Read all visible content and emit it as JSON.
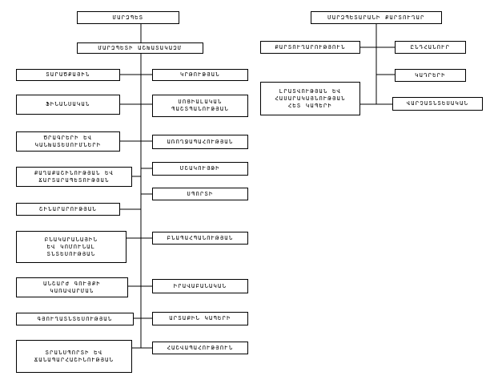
{
  "left_chart": {
    "top": "ՄԱՐԶՊԵՏ",
    "office": "ՄԱՐԶՊԵՏԻ ԱՇԽԱՏԱԿԱԶՄ",
    "left_column": [
      "ՏԱՐԱԾՔԱՅԻՆ",
      "ՖԻՆԱՆՍԱԿԱՆ",
      "ԾՐԱԳՐԵՐԻ ԵՎ\nԿԱՆԽԱՏԵՍՈՒՄՆԵՐԻ",
      "ՔԱՂԱՔԱՇԻՆՈՒԹՅԱՆ ԵՎ\nՃԱՐՏԱՐԱՊԵՏՈՒԹՅԱՆ",
      "ՇԻՆԱՐԱՐՈՒԹՅԱՆ",
      "ԲՆԱԿԱՐԱՆԱՅԻՆ\nԵՎ ԿՈՄՈՒՆԱԼ\nՏՆՏԵՍՈՒԹՅԱՆ",
      "ԱՆՇԱՐԺ ԳՈՒՅՔԻ\nԿԱՌԱՎԱՐՄԱՆ",
      "ԳՅՈՒՂԱՏՆՏԵՍՈՒԹՅԱՆ",
      "ՏՐԱՆՍՊՈՐՏԻ ԵՎ\nՃԱՆԱՊԱՐՀԱՇԻՆՈՒԹՅԱՆ"
    ],
    "right_column": [
      "ԿՐԹՈՒԹՅԱՆ",
      "ՍՈՑԻԱԼԱԿԱՆ\nՊԱՇՏՊԱՆՈՒԹՅԱՆ",
      "ԱՌՈՂՋԱՊԱՀՈՒԹՅԱՆ",
      "ՄՇԱԿՈՒՅԹԻ",
      "ՍՊՈՐՏԻ",
      "ԲՆԱՊԱՀՊԱՆՈՒԹՅԱՆ",
      "ԻՐԱՎԱԲԱՆԱԿԱՆ",
      "ԱՐՏԱՔԻՆ ԿԱՊԵՐԻ",
      "ՀԱՇՎԱՊԱՀՈՒԹՅՈՒՆ"
    ]
  },
  "right_chart": {
    "top": "ՄԱՐԶՊԵՏԱՐԱՆԻ ՔԱՐՏՈՒՂԱՐ",
    "left_column": [
      "ՔԱՐՏՈՒՂԱՐՈՒԹՅՈՒՆ",
      "ԼՐԱՏՎՈՒԹՅԱՆ ԵՎ\nՀԱՍԱՐԱԿԱՅՆՈՒԹՅԱՆ\nՀԵՏ ԿԱՊԵՐԻ"
    ],
    "right_column": [
      "ԸՆԴՀԱՆՈՒՐ",
      "ԿԱԴՐԵՐԻ",
      "ՎԱՐՉԱՏՆՏԵՍԱԿԱՆ"
    ]
  }
}
